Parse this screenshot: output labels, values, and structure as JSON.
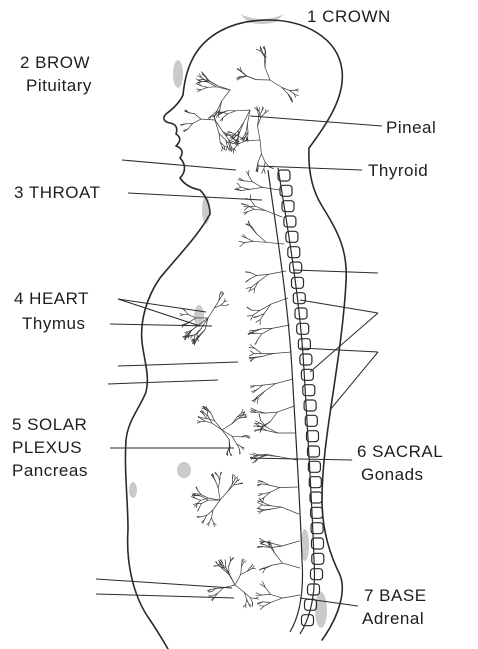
{
  "labels": {
    "crown": "1 CROWN",
    "brow": "2 BROW",
    "pituitary": "Pituitary",
    "pineal": "Pineal",
    "thyroid": "Thyroid",
    "throat": "3 THROAT",
    "heart": "4 HEART",
    "thymus": "Thymus",
    "solar": "5 SOLAR",
    "plexus": "PLEXUS",
    "pancreas": "Pancreas",
    "sacral": "6 SACRAL",
    "gonads": "Gonads",
    "base": "7 BASE",
    "adrenal": "Adrenal"
  },
  "colors": {
    "ink": "#2a2a2a",
    "nerve": "#3a3a3a",
    "glow": "#b9b9b9"
  }
}
